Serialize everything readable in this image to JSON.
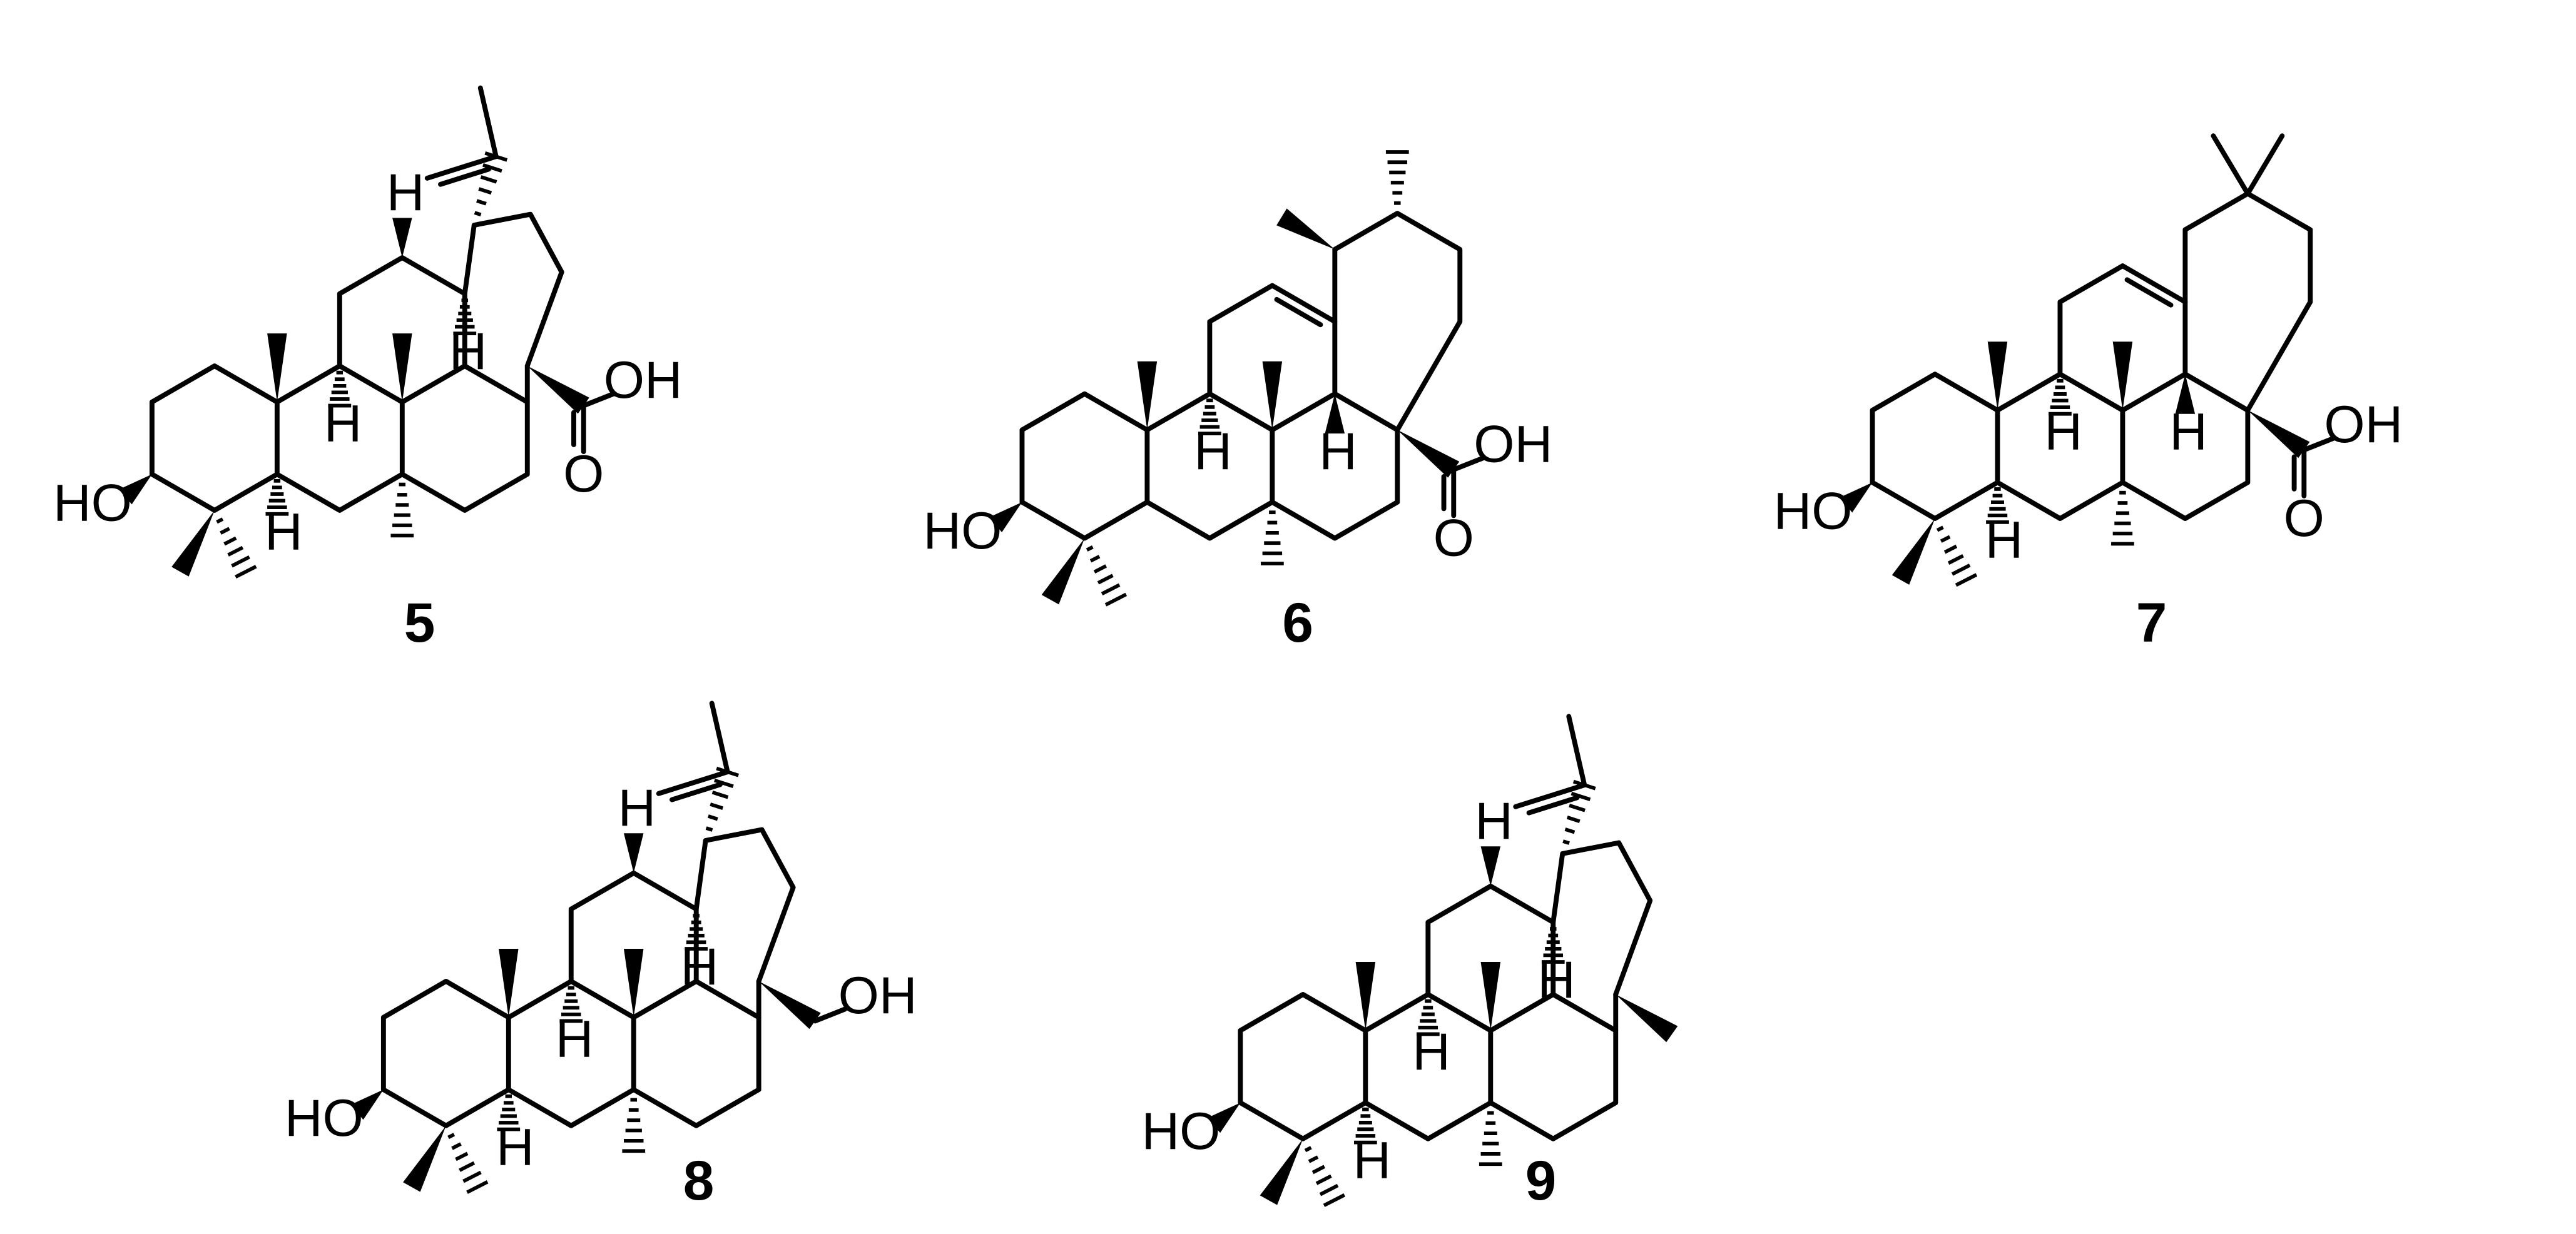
{
  "atom_labels": {
    "hydroxyl": "HO",
    "hydroxyl_right": "OH",
    "oxygen": "O",
    "hydrogen": "H"
  },
  "molecules": [
    {
      "compound_id": "5",
      "skeleton": "lupane",
      "c28_group": "COOH"
    },
    {
      "compound_id": "6",
      "skeleton": "ursane",
      "c28_group": "COOH"
    },
    {
      "compound_id": "7",
      "skeleton": "oleanane",
      "c28_group": "COOH"
    },
    {
      "compound_id": "8",
      "skeleton": "lupane",
      "c28_group": "CH2OH"
    },
    {
      "compound_id": "9",
      "skeleton": "lupane",
      "c28_group": "CH3"
    }
  ]
}
